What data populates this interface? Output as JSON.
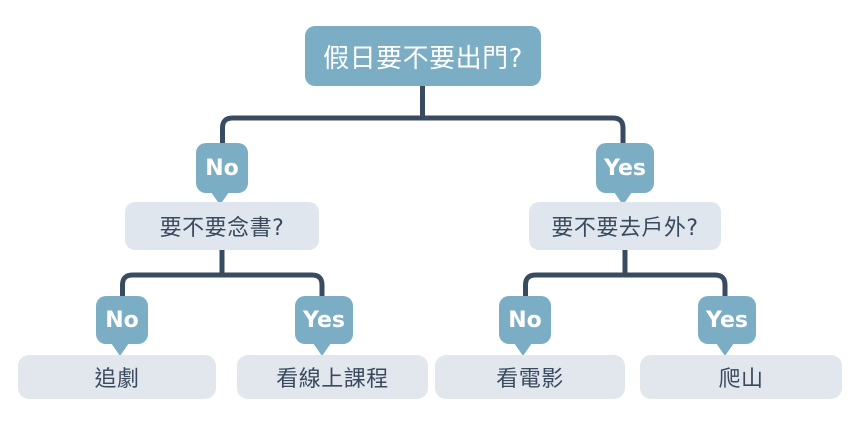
{
  "diagram": {
    "title_text": "假日要不要出門?",
    "type": "decision-tree",
    "colors": {
      "accent_teal": "#7BAEC4",
      "light_box": "#E2E7EE",
      "connector": "#394B61",
      "dark_text": "#3A4A5E",
      "white_text": "#FFFFFF",
      "background": "#FFFFFF"
    },
    "root": {
      "label": "假日要不要出門?"
    },
    "branches": [
      {
        "badge": "No",
        "question": "要不要念書?",
        "leaves": [
          {
            "badge": "No",
            "label": "追劇"
          },
          {
            "badge": "Yes",
            "label": "看線上課程"
          }
        ]
      },
      {
        "badge": "Yes",
        "question": "要不要去戶外?",
        "leaves": [
          {
            "badge": "No",
            "label": "看電影"
          },
          {
            "badge": "Yes",
            "label": "爬山"
          }
        ]
      }
    ]
  }
}
